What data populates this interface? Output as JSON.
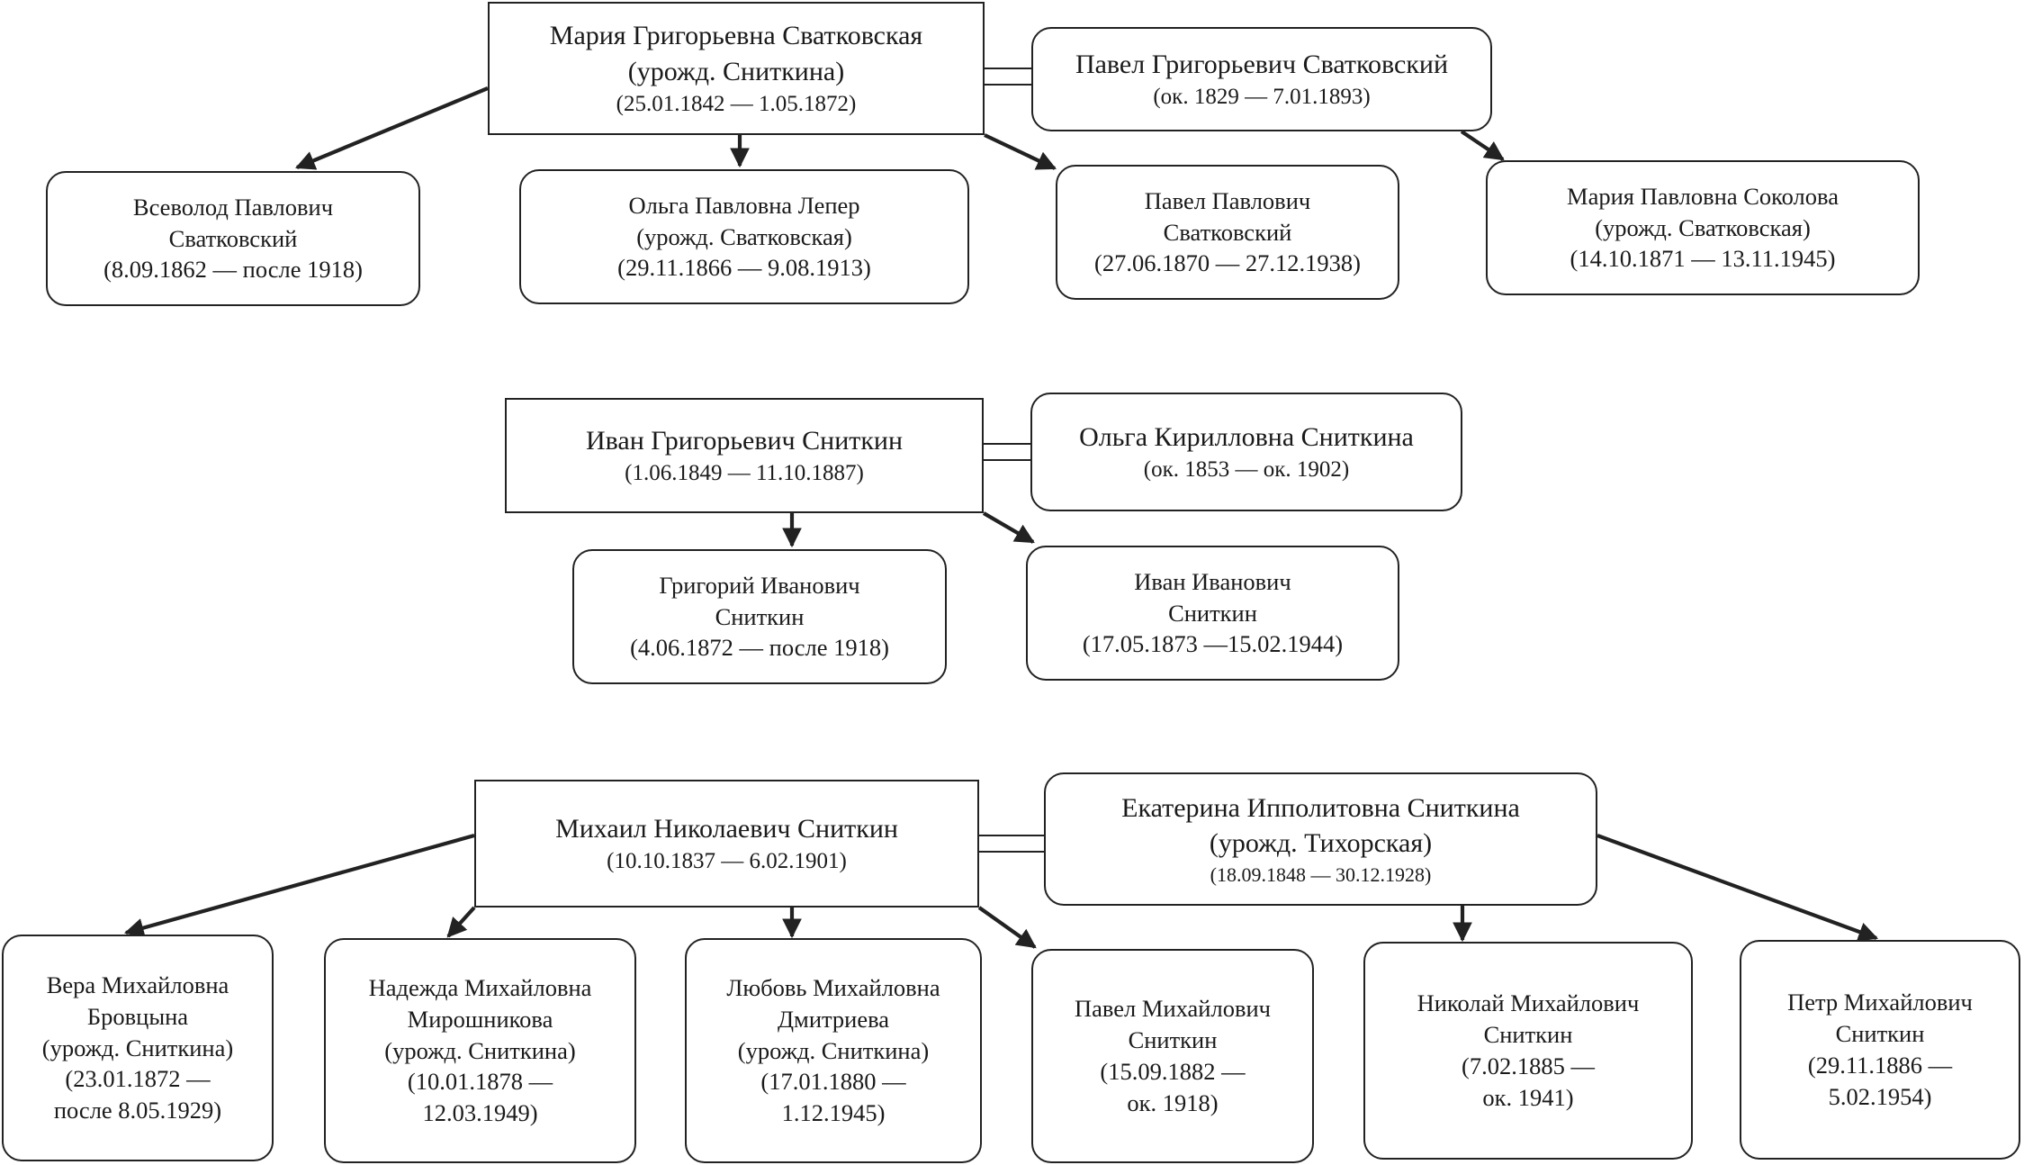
{
  "families": [
    {
      "parent": {
        "lines": [
          "Мария Григорьевна Сватковская",
          "(урожд. Сниткина)",
          "(25.01.1842 — 1.05.1872)"
        ]
      },
      "spouse": {
        "lines": [
          "Павел Григорьевич Сватковский",
          "(ок. 1829 — 7.01.1893)"
        ]
      },
      "children": [
        {
          "lines": [
            "Всеволод Павлович",
            "Сватковский",
            "(8.09.1862 — после 1918)"
          ]
        },
        {
          "lines": [
            "Ольга Павловна Лепер",
            "(урожд. Сватковская)",
            "(29.11.1866 — 9.08.1913)"
          ]
        },
        {
          "lines": [
            "Павел Павлович",
            "Сватковский",
            "(27.06.1870 — 27.12.1938)"
          ]
        },
        {
          "lines": [
            "Мария Павловна Соколова",
            "(урожд. Сватковская)",
            "(14.10.1871 — 13.11.1945)"
          ]
        }
      ]
    },
    {
      "parent": {
        "lines": [
          "Иван Григорьевич Сниткин",
          "(1.06.1849 — 11.10.1887)"
        ]
      },
      "spouse": {
        "lines": [
          "Ольга Кирилловна Сниткина",
          "(ок. 1853 — ок. 1902)"
        ]
      },
      "children": [
        {
          "lines": [
            "Григорий Иванович",
            "Сниткин",
            "(4.06.1872 — после 1918)"
          ]
        },
        {
          "lines": [
            "Иван Иванович",
            "Сниткин",
            "(17.05.1873 —15.02.1944)"
          ]
        }
      ]
    },
    {
      "parent": {
        "lines": [
          "Михаил Николаевич Сниткин",
          "(10.10.1837 — 6.02.1901)"
        ]
      },
      "spouse": {
        "lines": [
          "Екатерина Ипполитовна Сниткина",
          "(урожд. Тихорская)",
          "(18.09.1848 — 30.12.1928)"
        ]
      },
      "children": [
        {
          "lines": [
            "Вера Михайловна",
            "Бровцына",
            "(урожд. Сниткина)",
            "(23.01.1872 —",
            "после 8.05.1929)"
          ]
        },
        {
          "lines": [
            "Надежда Михайловна",
            "Мирошникова",
            "(урожд. Сниткина)",
            "(10.01.1878 —",
            "12.03.1949)"
          ]
        },
        {
          "lines": [
            "Любовь Михайловна",
            "Дмитриева",
            "(урожд. Сниткина)",
            "(17.01.1880 —",
            "1.12.1945)"
          ]
        },
        {
          "lines": [
            "Павел Михайлович",
            "Сниткин",
            "(15.09.1882 —",
            "ок. 1918)"
          ]
        },
        {
          "lines": [
            "Николай Михайлович",
            "Сниткин",
            "(7.02.1885 —",
            "ок. 1941)"
          ]
        },
        {
          "lines": [
            "Петр Михайлович",
            "Сниткин",
            "(29.11.1886 —",
            "5.02.1954)"
          ]
        }
      ]
    }
  ]
}
